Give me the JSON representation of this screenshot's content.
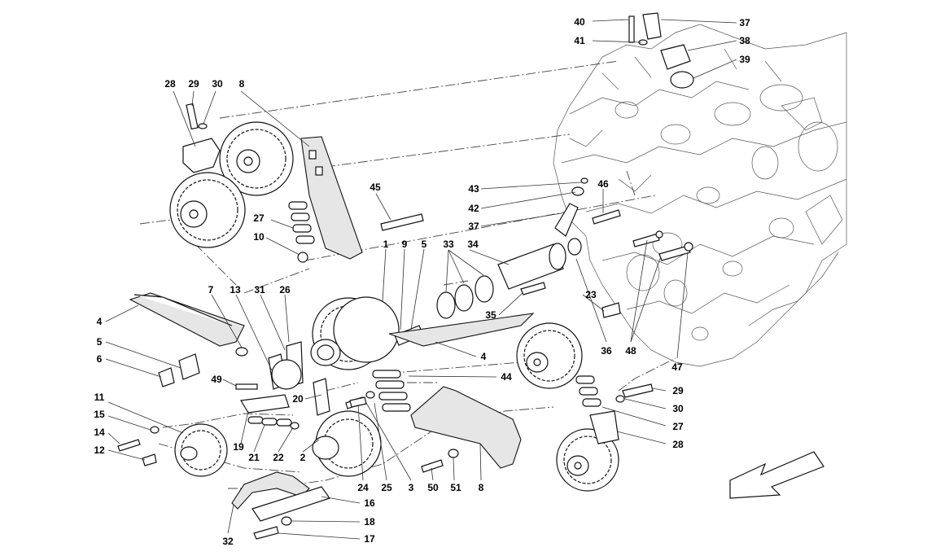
{
  "diagram": {
    "callouts": [
      {
        "id": "c40",
        "text": "40"
      },
      {
        "id": "c37a",
        "text": "37"
      },
      {
        "id": "c41",
        "text": "41"
      },
      {
        "id": "c38",
        "text": "38"
      },
      {
        "id": "c39",
        "text": "39"
      },
      {
        "id": "c28a",
        "text": "28"
      },
      {
        "id": "c29a",
        "text": "29"
      },
      {
        "id": "c30a",
        "text": "30"
      },
      {
        "id": "c8a",
        "text": "8"
      },
      {
        "id": "c45",
        "text": "45"
      },
      {
        "id": "c43",
        "text": "43"
      },
      {
        "id": "c46",
        "text": "46"
      },
      {
        "id": "c42",
        "text": "42"
      },
      {
        "id": "c37b",
        "text": "37"
      },
      {
        "id": "c27a",
        "text": "27"
      },
      {
        "id": "c10",
        "text": "10"
      },
      {
        "id": "c1",
        "text": "1"
      },
      {
        "id": "c9",
        "text": "9"
      },
      {
        "id": "c5a",
        "text": "5"
      },
      {
        "id": "c33",
        "text": "33"
      },
      {
        "id": "c34",
        "text": "34"
      },
      {
        "id": "c7",
        "text": "7"
      },
      {
        "id": "c13",
        "text": "13"
      },
      {
        "id": "c31",
        "text": "31"
      },
      {
        "id": "c26",
        "text": "26"
      },
      {
        "id": "c4a",
        "text": "4"
      },
      {
        "id": "c5b",
        "text": "5"
      },
      {
        "id": "c6",
        "text": "6"
      },
      {
        "id": "c35",
        "text": "35"
      },
      {
        "id": "c23",
        "text": "23"
      },
      {
        "id": "c4b",
        "text": "4"
      },
      {
        "id": "c36",
        "text": "36"
      },
      {
        "id": "c48",
        "text": "48"
      },
      {
        "id": "c47",
        "text": "47"
      },
      {
        "id": "c49",
        "text": "49"
      },
      {
        "id": "c44",
        "text": "44"
      },
      {
        "id": "c20",
        "text": "20"
      },
      {
        "id": "c11",
        "text": "11"
      },
      {
        "id": "c15",
        "text": "15"
      },
      {
        "id": "c14",
        "text": "14"
      },
      {
        "id": "c12",
        "text": "12"
      },
      {
        "id": "c19",
        "text": "19"
      },
      {
        "id": "c21",
        "text": "21"
      },
      {
        "id": "c22",
        "text": "22"
      },
      {
        "id": "c2",
        "text": "2"
      },
      {
        "id": "c29b",
        "text": "29"
      },
      {
        "id": "c30b",
        "text": "30"
      },
      {
        "id": "c27b",
        "text": "27"
      },
      {
        "id": "c28b",
        "text": "28"
      },
      {
        "id": "c24",
        "text": "24"
      },
      {
        "id": "c25",
        "text": "25"
      },
      {
        "id": "c3",
        "text": "3"
      },
      {
        "id": "c50",
        "text": "50"
      },
      {
        "id": "c51",
        "text": "51"
      },
      {
        "id": "c8b",
        "text": "8"
      },
      {
        "id": "c16",
        "text": "16"
      },
      {
        "id": "c18",
        "text": "18"
      },
      {
        "id": "c17",
        "text": "17"
      },
      {
        "id": "c32",
        "text": "32"
      }
    ]
  }
}
